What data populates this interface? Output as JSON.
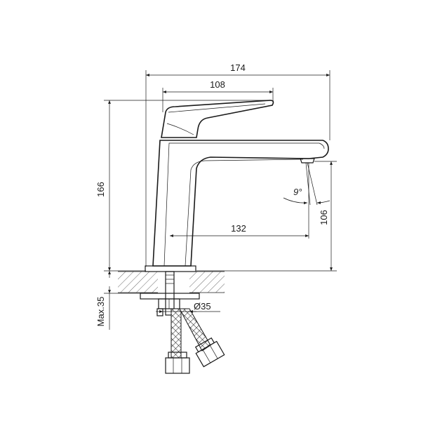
{
  "dimensions": {
    "overall_length": "174",
    "handle_length": "108",
    "total_height": "166",
    "spout_reach": "132",
    "spout_height": "106",
    "mount_thickness": "Max.35",
    "hole_diameter": "Ø35",
    "spout_angle": "9°"
  }
}
